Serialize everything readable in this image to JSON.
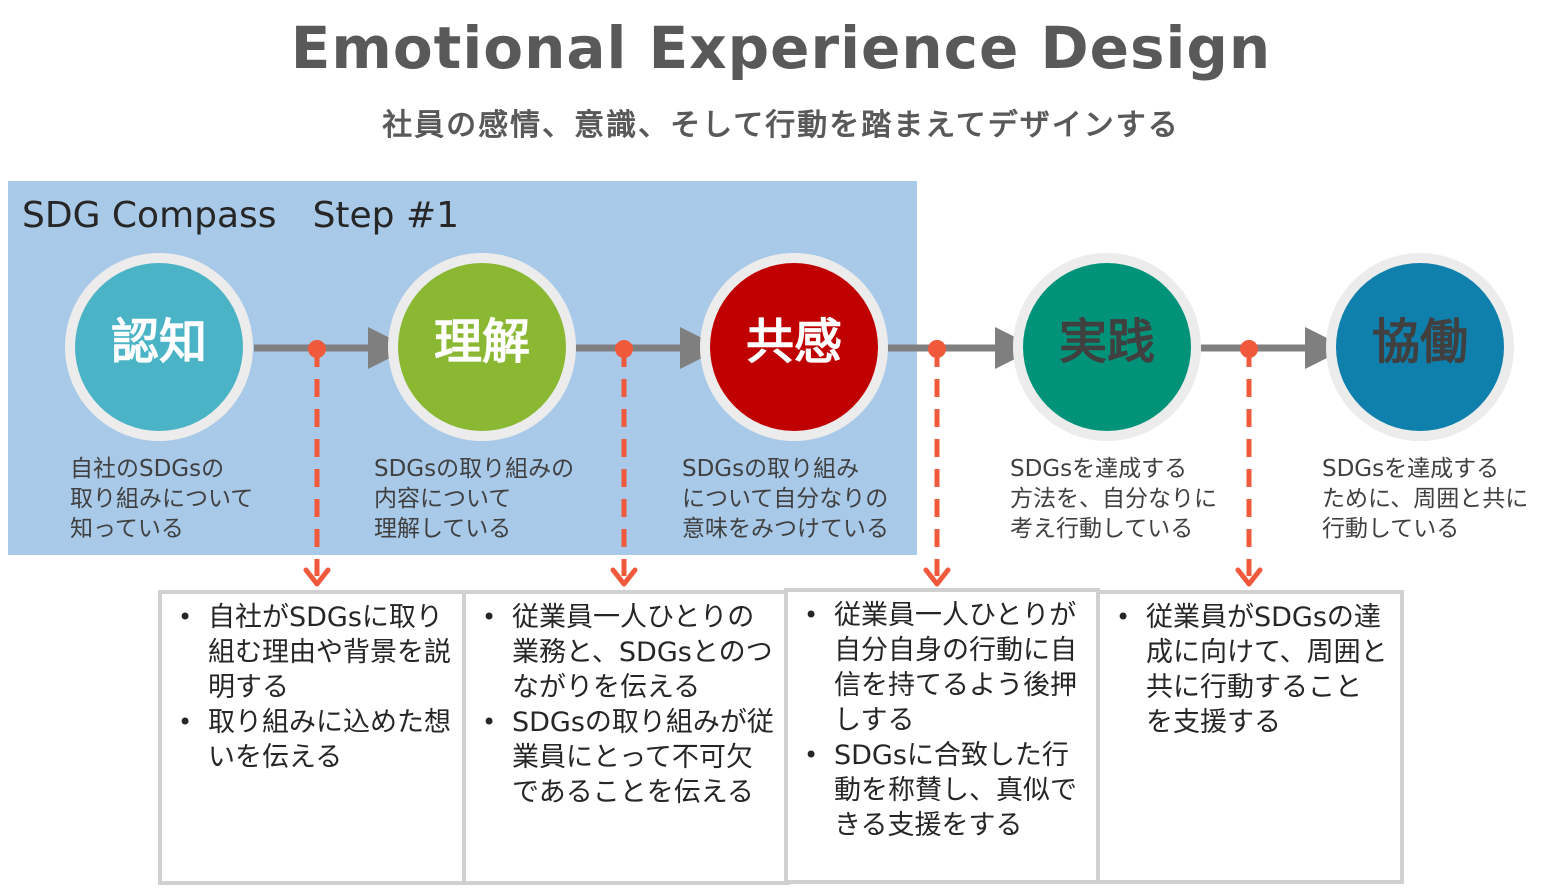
{
  "header": {
    "title": "Emotional Experience Design",
    "subtitle": "社員の感情、意識、そして行動を踏まえてデザインする"
  },
  "step_label": "SDG Compass　Step #1",
  "colors": {
    "step_box": "#a9c9e8",
    "arrow": "#7f7f7f",
    "dash": "#f0593b",
    "ring": "#ececec"
  },
  "stages": [
    {
      "name": "認知",
      "color": "#4bb3c6",
      "text_color": "#ffffff",
      "desc": "自社のSDGsの\n取り組みについて\n知っている"
    },
    {
      "name": "理解",
      "color": "#8ab833",
      "text_color": "#ffffff",
      "desc": "SDGsの取り組みの\n内容について\n理解している"
    },
    {
      "name": "共感",
      "color": "#c00000",
      "text_color": "#ffffff",
      "desc": "SDGsの取り組み\nについて自分なりの\n意味をみつけている"
    },
    {
      "name": "実践",
      "color": "#009379",
      "text_color": "#404040",
      "desc": "SDGsを達成する\n方法を、自分なりに\n考え行動している"
    },
    {
      "name": "協働",
      "color": "#0f7fab",
      "text_color": "#404040",
      "desc": "SDGsを達成する\nために、周囲と共に\n行動している"
    }
  ],
  "actions": [
    {
      "items": [
        "自社がSDGsに取り組む理由や背景を説明する",
        "取り組みに込めた想いを伝える"
      ]
    },
    {
      "items": [
        "従業員一人ひとりの業務と、SDGsとのつながりを伝える",
        "SDGsの取り組みが従業員にとって不可欠であることを伝える"
      ]
    },
    {
      "items": [
        "従業員一人ひとりが自分自身の行動に自信を持てるよう後押しする",
        "SDGsに合致した行動を称賛し、真似できる支援をする"
      ]
    },
    {
      "items": [
        "従業員がSDGsの達成に向けて、周囲と共に行動することを支援する"
      ]
    }
  ]
}
